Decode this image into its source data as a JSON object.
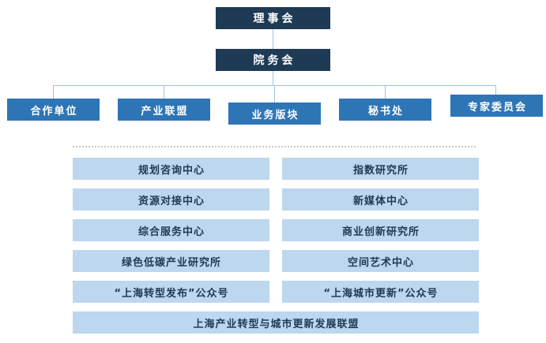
{
  "org": {
    "level1": "理事会",
    "level2": "院务会",
    "branches": [
      "合作单位",
      "产业联盟",
      "业务版块",
      "秘书处",
      "专家委员会"
    ],
    "left_column": [
      "规划咨询中心",
      "资源对接中心",
      "综合服务中心",
      "绿色低碳产业研究所",
      "“上海转型发布”公众号"
    ],
    "right_column": [
      "指数研究所",
      "新媒体中心",
      "商业创新研究所",
      "空间艺术中心",
      "“上海城市更新”公众号"
    ],
    "bottom_bar": "上海产业转型与城市更新发展联盟"
  },
  "colors": {
    "dark_navy": "#1f3a54",
    "medium_blue": "#2e75b6",
    "light_blue": "#bdd7ee",
    "light_box_text": "#1f3a54",
    "connector_line": "#9dc3e6",
    "dotted_divider": "#c9c9c9",
    "background": "#ffffff"
  }
}
